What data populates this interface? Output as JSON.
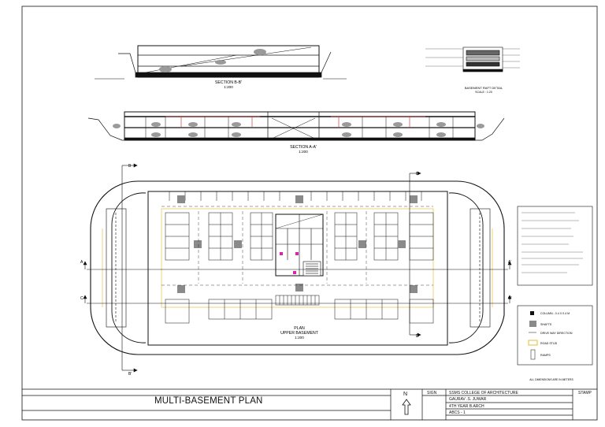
{
  "sheet": {
    "title": "MULTI-BASEMENT PLAN",
    "north": "N",
    "sign_label": "SIGN",
    "college": "SSMS COLLEGE OF ARCHITECTURE",
    "stamp_label": "STAMP",
    "student": "GAURAV .S. JUWAR",
    "year": "4TH YEAR  B.ARCH",
    "subject": "ABCS - 1"
  },
  "section_bb": {
    "title": "SECTION B-B'",
    "scale": "1:200"
  },
  "section_aa": {
    "title": "SECTION A-A'",
    "scale": "1:200"
  },
  "plan": {
    "title": "PLAN",
    "subtitle": "UPPER BASEMENT",
    "scale": "1:200"
  },
  "detail": {
    "title": "BASEMENT RAFT DETAIL",
    "scale": "SCALE : 1:20"
  },
  "markers": {
    "a": "A",
    "a2": "A'",
    "b": "B",
    "b2": "B'",
    "c": "C",
    "c2": "C'",
    "d": "D",
    "d2": "D'"
  },
  "legend": [
    {
      "label": "COLUMN - 0.4 X 0.4 M",
      "icon": "column-symbol"
    },
    {
      "label": "SHAFTS",
      "icon": "shaft-swatch"
    },
    {
      "label": "DRIVE WAY DIRECTION",
      "icon": "arrow-icon"
    },
    {
      "label": "ROAD STUD",
      "icon": "road-stud-swatch"
    },
    {
      "label": "RAMPS",
      "icon": "ramp-symbol"
    }
  ],
  "notes_caption": "ALL DIMENSIONS ARE IN METERS",
  "colors": {
    "ink": "#111111",
    "shaft": "#8a8a8a",
    "ramp_red": "#d83a3a",
    "road_stud": "#e8c95a",
    "magenta": "#e01fb3"
  }
}
